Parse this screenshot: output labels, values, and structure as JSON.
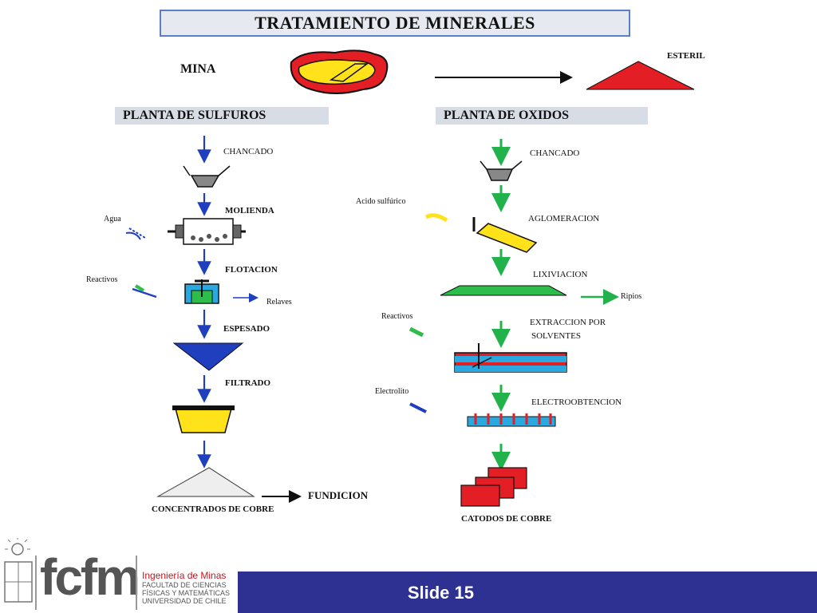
{
  "title": "TRATAMIENTO DE MINERALES",
  "mina": {
    "label": "MINA",
    "esteril": "ESTERIL"
  },
  "sulfuros": {
    "heading": "PLANTA DE     SULFUROS",
    "steps": {
      "chancado": "CHANCADO",
      "molienda": "MOLIENDA",
      "agua": "Agua",
      "flotacion": "FLOTACION",
      "reactivos": "Reactivos",
      "relaves": "Relaves",
      "espesado": "ESPESADO",
      "filtrado": "FILTRADO",
      "concentrados": "CONCENTRADOS DE COBRE",
      "fundicion": "FUNDICION"
    }
  },
  "oxidos": {
    "heading": "PLANTA    DE OXIDOS",
    "steps": {
      "chancado": "CHANCADO",
      "acido": "Acido sulfúrico",
      "aglomeracion": "AGLOMERACION",
      "lixiviacion": "LIXIVIACION",
      "ripios": "Ripios",
      "reactivos": "Reactivos",
      "extraccion_1": "EXTRACCION POR",
      "extraccion_2": "SOLVENTES",
      "electrolito": "Electrolito",
      "electroobtencion": "ELECTROOBTENCION",
      "catodos": "CATODOS DE COBRE"
    }
  },
  "footer": {
    "slide": "Slide 15",
    "logo_word": "fcfm",
    "dept": "Ingeniería de Minas",
    "fac_1": "FACULTAD DE CIENCIAS",
    "fac_2": "FÍSICAS Y MATEMÁTICAS",
    "fac_3": "UNIVERSIDAD DE CHILE"
  },
  "colors": {
    "blue_arrow": "#1f3fbf",
    "green_arrow": "#22b24c",
    "footer_bar": "#2e3192",
    "logo_red": "#c4161c"
  }
}
